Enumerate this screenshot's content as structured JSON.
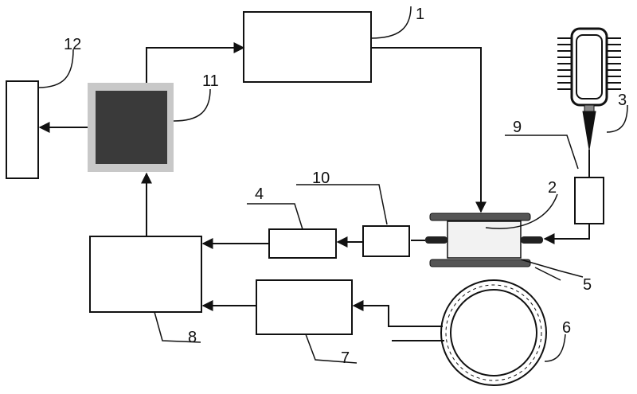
{
  "figure": {
    "labels": {
      "l1": "1",
      "l2": "2",
      "l3": "3",
      "l4": "4",
      "l5": "5",
      "l6": "6",
      "l7": "7",
      "l8": "8",
      "l9": "9",
      "l10": "10",
      "l11": "11",
      "l12": "12"
    }
  },
  "colors": {
    "line": "#111111",
    "chip_body": "#3a3a3a",
    "chip_pins": "#c8c8c8",
    "plate": "#555555",
    "sample": "#f2f2f2"
  }
}
